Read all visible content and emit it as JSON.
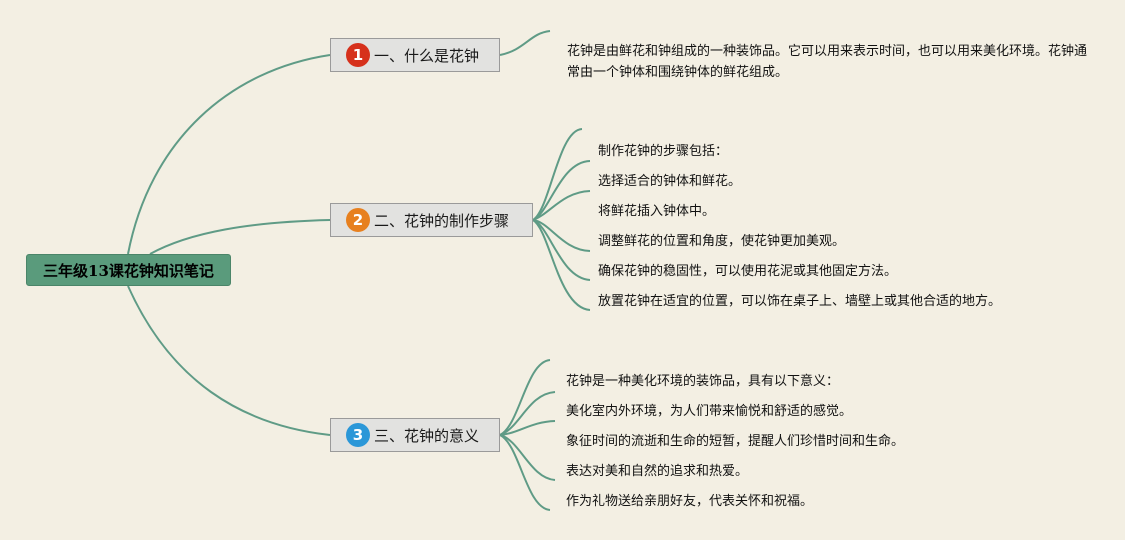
{
  "root": {
    "title": "三年级13课花钟知识笔记"
  },
  "colors": {
    "line": "#5f9b86",
    "root_fill": "#5a9b7c",
    "badge_1": "#d6311c",
    "badge_2": "#e7801f",
    "badge_3": "#2b97d8"
  },
  "branches": [
    {
      "number": "1",
      "title": "一、什么是花钟",
      "items": [
        "花钟是由鲜花和钟组成的一种装饰品。它可以用来表示时间，也可以用来美化环境。花钟通常由一个钟体和围绕钟体的鲜花组成。"
      ]
    },
    {
      "number": "2",
      "title": "二、花钟的制作步骤",
      "items": [
        "制作花钟的步骤包括：",
        "选择适合的钟体和鲜花。",
        "将鲜花插入钟体中。",
        "调整鲜花的位置和角度，使花钟更加美观。",
        "确保花钟的稳固性，可以使用花泥或其他固定方法。",
        "放置花钟在适宜的位置，可以饰在桌子上、墙壁上或其他合适的地方。"
      ]
    },
    {
      "number": "3",
      "title": "三、花钟的意义",
      "items": [
        "花钟是一种美化环境的装饰品，具有以下意义：",
        "美化室内外环境，为人们带来愉悦和舒适的感觉。",
        "象征时间的流逝和生命的短暂，提醒人们珍惜时间和生命。",
        "表达对美和自然的追求和热爱。",
        "作为礼物送给亲朋好友，代表关怀和祝福。"
      ]
    }
  ]
}
